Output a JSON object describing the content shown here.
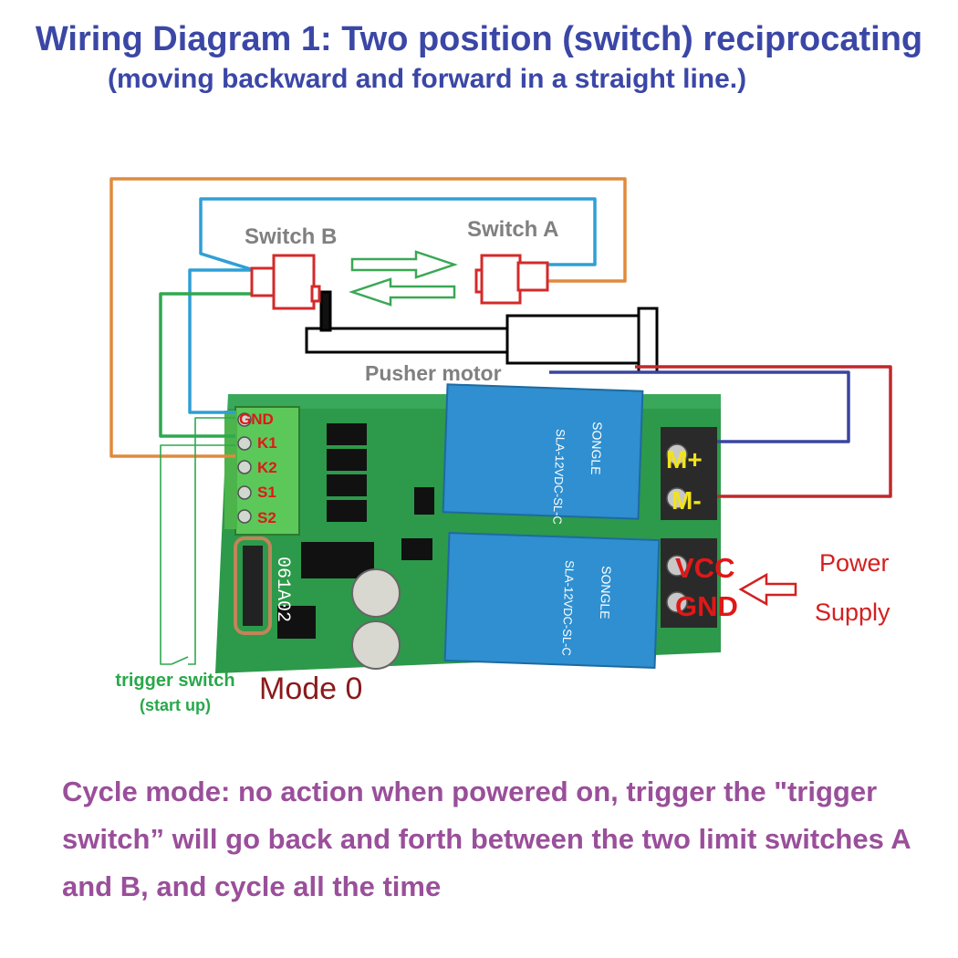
{
  "title": "Wiring Diagram 1: Two position (switch) reciprocating",
  "subtitle": "(moving backward and forward in a straight line.)",
  "switch_b": "Switch B",
  "switch_a": "Switch A",
  "pusher_motor": "Pusher motor",
  "terminals": {
    "gnd": "GND",
    "k1": "K1",
    "k2": "K2",
    "s1": "S1",
    "s2": "S2"
  },
  "outputs": {
    "m_plus": "M+",
    "m_minus": "M-"
  },
  "power_terminals": {
    "vcc": "VCC",
    "gnd": "GND"
  },
  "power_supply": {
    "line1": "Power",
    "line2": "Supply"
  },
  "trigger_switch": {
    "line1": "trigger switch",
    "line2": "(start up)"
  },
  "mode": "Mode 0",
  "board_model": "061A02",
  "relay_brand": "SONGLE",
  "relay_top_model": "SLA-12VDC-SL-C",
  "relay_bottom_model": "SLA-12VDC-SL-C",
  "cycle_text": "Cycle mode: no action when powered on, trigger the \"trigger switch” will go back and forth between the two limit switches A and B, and cycle all the time",
  "colors": {
    "title": "#3b47a6",
    "wire_orange": "#e08a3c",
    "wire_blue": "#2f9fd6",
    "wire_green": "#2fa84f",
    "wire_red": "#c0282a",
    "wire_navy": "#3a45a0",
    "switch_red": "#d42a2a",
    "pcb_green": "#2c9a4a",
    "relay_blue": "#2f8fd0",
    "cycle_text": "#9a4f9a"
  }
}
